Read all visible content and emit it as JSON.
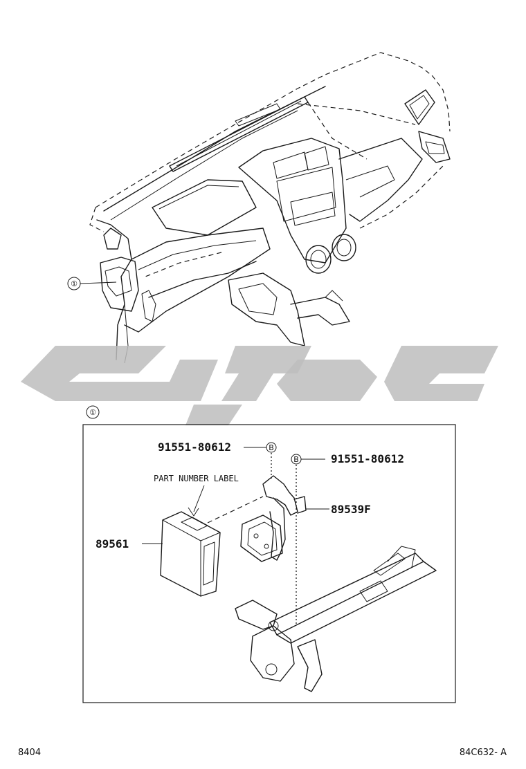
{
  "labels": {
    "callout_ref": "①",
    "part_number_label": "PART NUMBER LABEL",
    "bolt_top": "91551-80612",
    "bolt_right": "91551-80612",
    "bolt_marker": "B",
    "bracket": "89539F",
    "ecu": "89561",
    "page_left": "8404",
    "page_right": "84C632- A"
  },
  "colors": {
    "line": "#1a1a1a",
    "watermark": "#bdbdbd",
    "background": "#ffffff"
  },
  "icons": {
    "callout_marker": "circled-number-icon",
    "bolt_marker": "circled-letter-icon"
  }
}
